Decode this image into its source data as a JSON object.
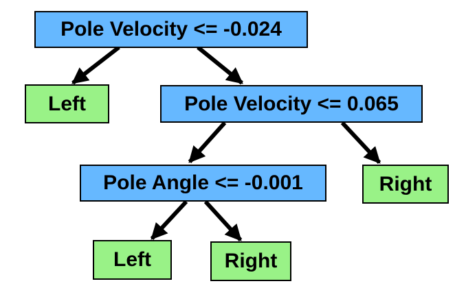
{
  "colors": {
    "decision_fill": "#66b8ff",
    "leaf_fill": "#99f287",
    "border": "#000000",
    "edge": "#000000"
  },
  "tree": {
    "root": {
      "label": "Pole Velocity <= -0.024",
      "kind": "decision"
    },
    "left1": {
      "label": "Left",
      "kind": "leaf"
    },
    "mid": {
      "label": "Pole Velocity <= 0.065",
      "kind": "decision"
    },
    "angle": {
      "label": "Pole Angle <= -0.001",
      "kind": "decision"
    },
    "right1": {
      "label": "Right",
      "kind": "leaf"
    },
    "left2": {
      "label": "Left",
      "kind": "leaf"
    },
    "right2": {
      "label": "Right",
      "kind": "leaf"
    }
  },
  "edges": [
    {
      "from": "root",
      "to": "left1"
    },
    {
      "from": "root",
      "to": "mid"
    },
    {
      "from": "mid",
      "to": "angle"
    },
    {
      "from": "mid",
      "to": "right1"
    },
    {
      "from": "angle",
      "to": "left2"
    },
    {
      "from": "angle",
      "to": "right2"
    }
  ]
}
